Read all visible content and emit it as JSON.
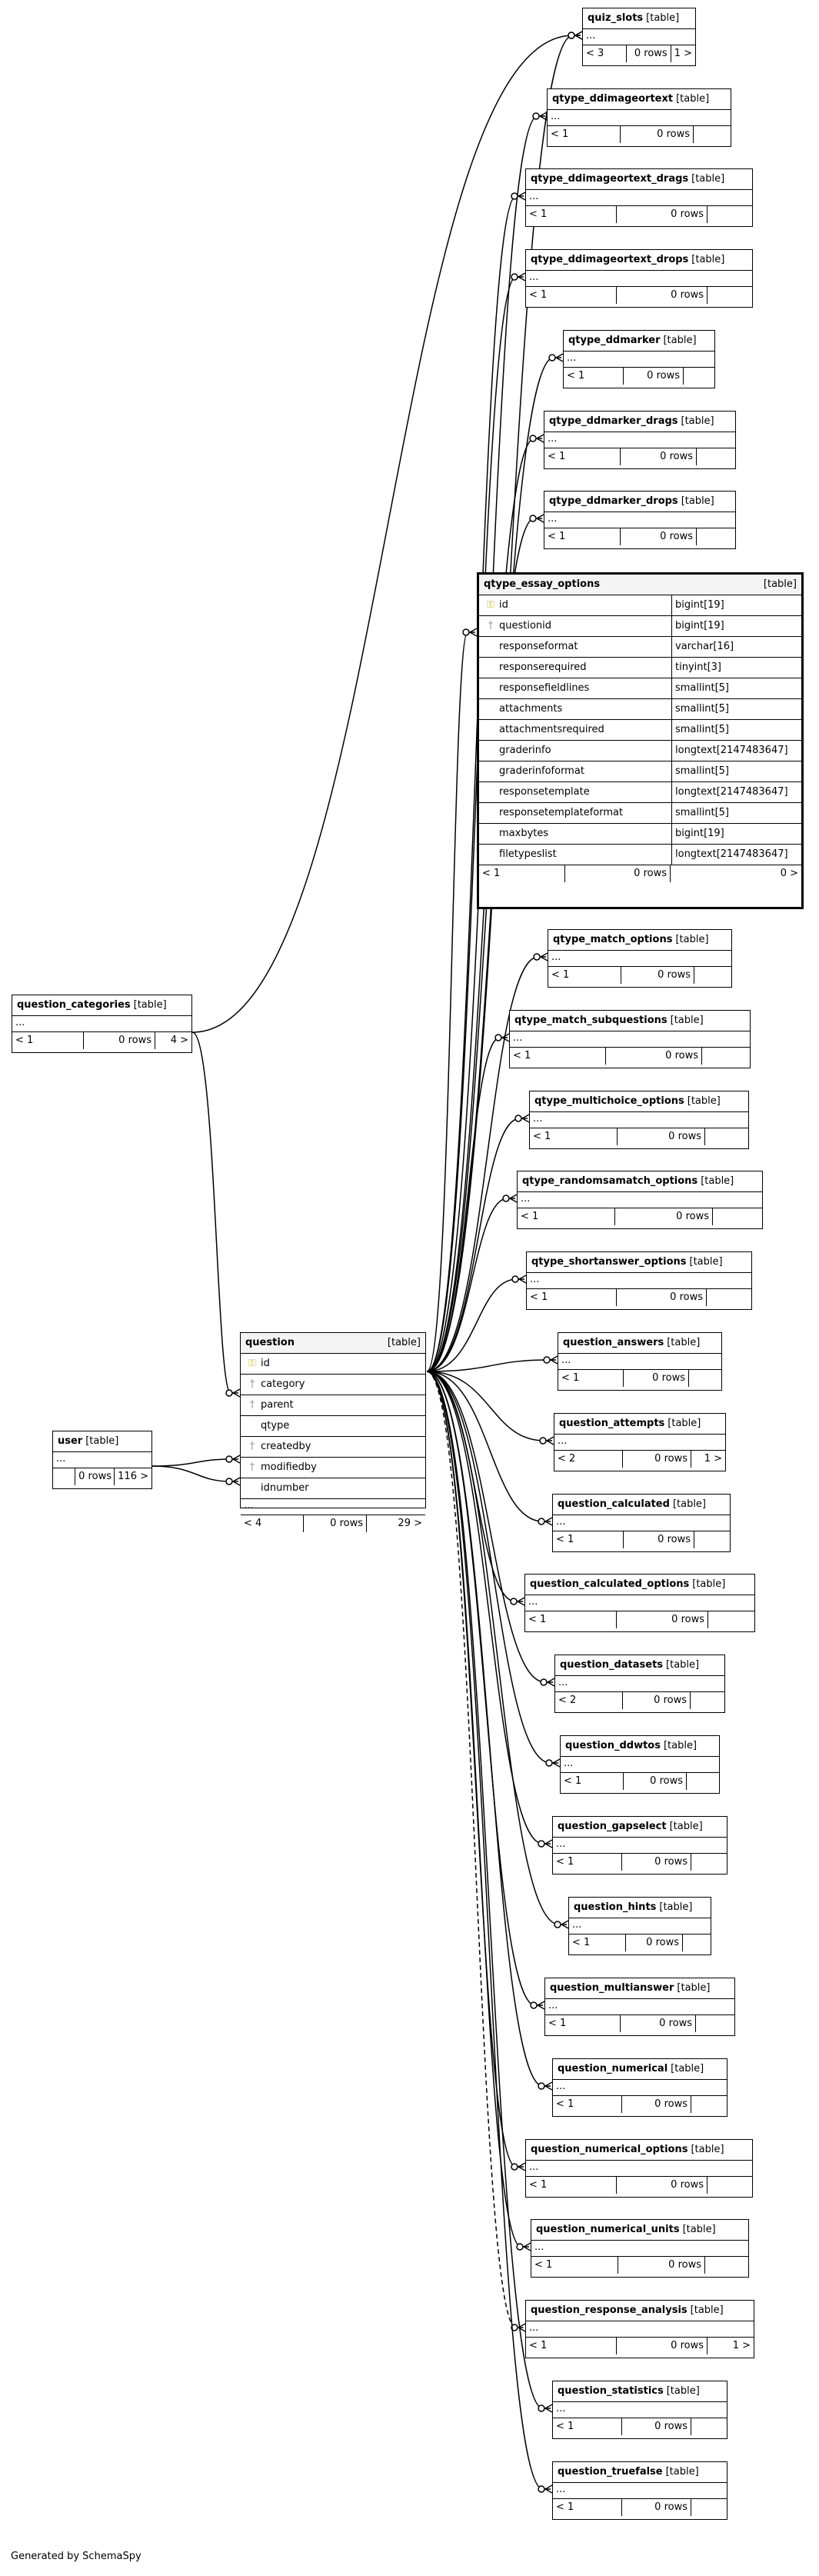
{
  "footer": "Generated by SchemaSpy",
  "focus_table": {
    "name": "qtype_essay_options",
    "type": "[table]",
    "columns": [
      {
        "key": "pk",
        "name": "id",
        "type": "bigint[19]"
      },
      {
        "key": "fk",
        "name": "questionid",
        "type": "bigint[19]"
      },
      {
        "key": "",
        "name": "responseformat",
        "type": "varchar[16]"
      },
      {
        "key": "",
        "name": "responserequired",
        "type": "tinyint[3]"
      },
      {
        "key": "",
        "name": "responsefieldlines",
        "type": "smallint[5]"
      },
      {
        "key": "",
        "name": "attachments",
        "type": "smallint[5]"
      },
      {
        "key": "",
        "name": "attachmentsrequired",
        "type": "smallint[5]"
      },
      {
        "key": "",
        "name": "graderinfo",
        "type": "longtext[2147483647]"
      },
      {
        "key": "",
        "name": "graderinfoformat",
        "type": "smallint[5]"
      },
      {
        "key": "",
        "name": "responsetemplate",
        "type": "longtext[2147483647]"
      },
      {
        "key": "",
        "name": "responsetemplateformat",
        "type": "smallint[5]"
      },
      {
        "key": "",
        "name": "maxbytes",
        "type": "bigint[19]"
      },
      {
        "key": "",
        "name": "filetypeslist",
        "type": "longtext[2147483647]"
      }
    ],
    "footer": [
      "< 1",
      "0 rows",
      "0 >"
    ]
  },
  "question_table": {
    "name": "question",
    "type": "[table]",
    "columns": [
      {
        "key": "pk",
        "name": "id"
      },
      {
        "key": "fk",
        "name": "category"
      },
      {
        "key": "fk",
        "name": "parent"
      },
      {
        "key": "",
        "name": "qtype"
      },
      {
        "key": "fk",
        "name": "createdby"
      },
      {
        "key": "fk",
        "name": "modifiedby"
      },
      {
        "key": "",
        "name": "idnumber"
      }
    ],
    "more": "...",
    "footer": [
      "< 4",
      "0 rows",
      "29 >"
    ]
  },
  "tables": [
    {
      "name": "quiz_slots",
      "type": "[table]",
      "more": "...",
      "footer": [
        "< 3",
        "0 rows",
        "1 >"
      ]
    },
    {
      "name": "qtype_ddimageortext",
      "type": "[table]",
      "more": "...",
      "footer": [
        "< 1",
        "0 rows",
        ""
      ]
    },
    {
      "name": "qtype_ddimageortext_drags",
      "type": "[table]",
      "more": "...",
      "footer": [
        "< 1",
        "0 rows",
        ""
      ]
    },
    {
      "name": "qtype_ddimageortext_drops",
      "type": "[table]",
      "more": "...",
      "footer": [
        "< 1",
        "0 rows",
        ""
      ]
    },
    {
      "name": "qtype_ddmarker",
      "type": "[table]",
      "more": "...",
      "footer": [
        "< 1",
        "0 rows",
        ""
      ]
    },
    {
      "name": "qtype_ddmarker_drags",
      "type": "[table]",
      "more": "...",
      "footer": [
        "< 1",
        "0 rows",
        ""
      ]
    },
    {
      "name": "qtype_ddmarker_drops",
      "type": "[table]",
      "more": "...",
      "footer": [
        "< 1",
        "0 rows",
        ""
      ]
    },
    {
      "name": "question_categories",
      "type": "[table]",
      "more": "...",
      "footer": [
        "< 1",
        "0 rows",
        "4 >"
      ]
    },
    {
      "name": "qtype_match_options",
      "type": "[table]",
      "more": "...",
      "footer": [
        "< 1",
        "0 rows",
        ""
      ]
    },
    {
      "name": "qtype_match_subquestions",
      "type": "[table]",
      "more": "...",
      "footer": [
        "< 1",
        "0 rows",
        ""
      ]
    },
    {
      "name": "qtype_multichoice_options",
      "type": "[table]",
      "more": "...",
      "footer": [
        "< 1",
        "0 rows",
        ""
      ]
    },
    {
      "name": "qtype_randomsamatch_options",
      "type": "[table]",
      "more": "...",
      "footer": [
        "< 1",
        "0 rows",
        ""
      ]
    },
    {
      "name": "qtype_shortanswer_options",
      "type": "[table]",
      "more": "...",
      "footer": [
        "< 1",
        "0 rows",
        ""
      ]
    },
    {
      "name": "question_answers",
      "type": "[table]",
      "more": "...",
      "footer": [
        "< 1",
        "0 rows",
        ""
      ]
    },
    {
      "name": "user",
      "type": "[table]",
      "more": "...",
      "footer": [
        "",
        "0 rows",
        "116 >"
      ]
    },
    {
      "name": "question_attempts",
      "type": "[table]",
      "more": "...",
      "footer": [
        "< 2",
        "0 rows",
        "1 >"
      ]
    },
    {
      "name": "question_calculated",
      "type": "[table]",
      "more": "...",
      "footer": [
        "< 1",
        "0 rows",
        ""
      ]
    },
    {
      "name": "question_calculated_options",
      "type": "[table]",
      "more": "...",
      "footer": [
        "< 1",
        "0 rows",
        ""
      ]
    },
    {
      "name": "question_datasets",
      "type": "[table]",
      "more": "...",
      "footer": [
        "< 2",
        "0 rows",
        ""
      ]
    },
    {
      "name": "question_ddwtos",
      "type": "[table]",
      "more": "...",
      "footer": [
        "< 1",
        "0 rows",
        ""
      ]
    },
    {
      "name": "question_gapselect",
      "type": "[table]",
      "more": "...",
      "footer": [
        "< 1",
        "0 rows",
        ""
      ]
    },
    {
      "name": "question_hints",
      "type": "[table]",
      "more": "...",
      "footer": [
        "< 1",
        "0 rows",
        ""
      ]
    },
    {
      "name": "question_multianswer",
      "type": "[table]",
      "more": "...",
      "footer": [
        "< 1",
        "0 rows",
        ""
      ]
    },
    {
      "name": "question_numerical",
      "type": "[table]",
      "more": "...",
      "footer": [
        "< 1",
        "0 rows",
        ""
      ]
    },
    {
      "name": "question_numerical_options",
      "type": "[table]",
      "more": "...",
      "footer": [
        "< 1",
        "0 rows",
        ""
      ]
    },
    {
      "name": "question_numerical_units",
      "type": "[table]",
      "more": "...",
      "footer": [
        "< 1",
        "0 rows",
        ""
      ]
    },
    {
      "name": "question_response_analysis",
      "type": "[table]",
      "more": "...",
      "footer": [
        "< 1",
        "0 rows",
        "1 >"
      ]
    },
    {
      "name": "question_statistics",
      "type": "[table]",
      "more": "...",
      "footer": [
        "< 1",
        "0 rows",
        ""
      ]
    },
    {
      "name": "question_truefalse",
      "type": "[table]",
      "more": "...",
      "footer": [
        "< 1",
        "0 rows",
        ""
      ]
    }
  ]
}
